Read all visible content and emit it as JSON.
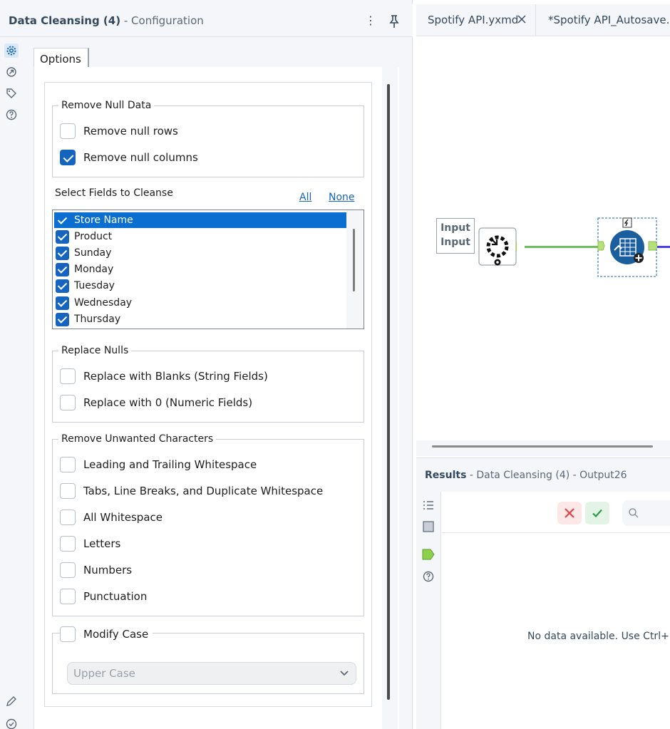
{
  "config_panel": {
    "title_bold": "Data Cleansing (4)",
    "title_rest": "- Configuration",
    "more_glyph": "⋮",
    "tab_options": "Options"
  },
  "remove_null_data": {
    "legend": "Remove Null Data",
    "remove_null_rows": {
      "label": "Remove null rows",
      "checked": false
    },
    "remove_null_columns": {
      "label": "Remove null columns",
      "checked": true
    }
  },
  "select_fields": {
    "label": "Select Fields to Cleanse",
    "all_link": "All",
    "none_link": "None",
    "fields": [
      {
        "name": "Store Name",
        "checked": true,
        "selected": true
      },
      {
        "name": "Product",
        "checked": true,
        "selected": false
      },
      {
        "name": "Sunday",
        "checked": true,
        "selected": false
      },
      {
        "name": "Monday",
        "checked": true,
        "selected": false
      },
      {
        "name": "Tuesday",
        "checked": true,
        "selected": false
      },
      {
        "name": "Wednesday",
        "checked": true,
        "selected": false
      },
      {
        "name": "Thursday",
        "checked": true,
        "selected": false
      }
    ]
  },
  "replace_nulls": {
    "legend": "Replace Nulls",
    "blanks": {
      "label": "Replace with Blanks (String Fields)",
      "checked": false
    },
    "zero": {
      "label": "Replace with 0 (Numeric Fields)",
      "checked": false
    }
  },
  "remove_unwanted": {
    "legend": "Remove Unwanted Characters",
    "leading_trailing": {
      "label": "Leading and Trailing Whitespace",
      "checked": false
    },
    "tabs_breaks": {
      "label": "Tabs, Line Breaks, and Duplicate Whitespace",
      "checked": false
    },
    "all_whitespace": {
      "label": "All Whitespace",
      "checked": false
    },
    "letters": {
      "label": "Letters",
      "checked": false
    },
    "numbers": {
      "label": "Numbers",
      "checked": false
    },
    "punctuation": {
      "label": "Punctuation",
      "checked": false
    }
  },
  "modify_case": {
    "label": "Modify Case",
    "checked": false,
    "selected_value": "Upper Case"
  },
  "document_tabs": {
    "tab1": "Spotify API.yxmd",
    "tab2": "*Spotify API_Autosave.yxmd"
  },
  "canvas": {
    "input_label_line1": "Input",
    "input_label_line2": "Input"
  },
  "results": {
    "title_bold": "Results",
    "title_rest": "- Data Cleansing (4) - Output26",
    "no_data": "No data available. Use Ctrl+R"
  },
  "colors": {
    "accent": "#1565c0",
    "selection": "#0a6fd1",
    "connector_green": "#6bbf5e",
    "output_purple": "#4d3df0",
    "tool_blue": "#1b5e9e"
  }
}
